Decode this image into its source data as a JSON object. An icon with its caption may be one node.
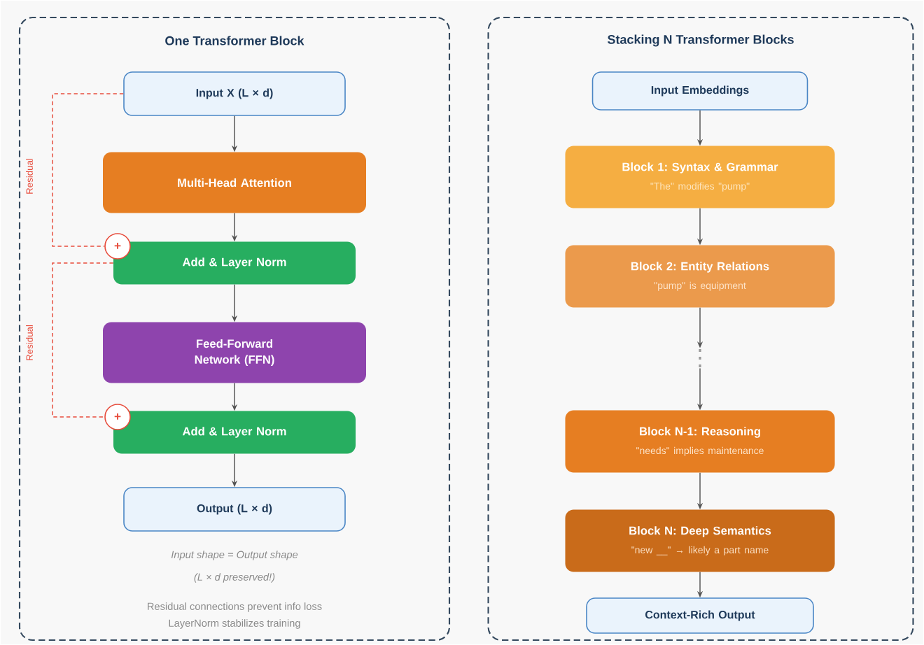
{
  "diagram": {
    "nodes": [
      {
        "text": [
          "One Transformer Block"
        ]
      },
      {
        "text": [
          "Input X (L × d)"
        ],
        "in": 0
      },
      {
        "text": [
          "Multi-Head Attention"
        ],
        "in": 0
      },
      {
        "text": [
          "+"
        ],
        "in": 0
      },
      {
        "text": [
          "Add & Layer Norm"
        ],
        "in": 0
      },
      {
        "text": [
          "Feed-Forward Network (FFN)"
        ],
        "in": 0
      },
      {
        "text": [
          "+"
        ],
        "in": 0
      },
      {
        "text": [
          "Add & Layer Norm"
        ],
        "in": 0
      },
      {
        "text": [
          "Output (L × d)"
        ],
        "in": 0
      },
      {
        "text": [
          "Stacking N Transformer Blocks"
        ]
      },
      {
        "text": [
          "Input Embeddings"
        ],
        "in": 9
      },
      {
        "text": [
          "Block 1: Syntax & Grammar",
          "\"The\" modifies \"pump\""
        ],
        "in": 9
      },
      {
        "text": [
          "Block 2: Entity Relations",
          "\"pump\" is equipment"
        ],
        "in": 9
      },
      {
        "text": [
          "⋮"
        ],
        "in": 9
      },
      {
        "text": [
          "Block N-1: Reasoning",
          "\"needs\" implies maintenance"
        ],
        "in": 9
      },
      {
        "text": [
          "Block N: Deep Semantics",
          "\"new __\" → likely a part name"
        ],
        "in": 9
      },
      {
        "text": [
          "Context-Rich Output"
        ],
        "in": 9
      }
    ],
    "edges": [
      {
        "from": 1,
        "to": 2,
        "arrow": "to"
      },
      {
        "from": 2,
        "to": 4,
        "arrow": "to"
      },
      {
        "from": 4,
        "to": 5,
        "arrow": "to"
      },
      {
        "from": 5,
        "to": 7,
        "arrow": "to"
      },
      {
        "from": 7,
        "to": 8,
        "arrow": "to"
      },
      {
        "from": 1,
        "to": 3,
        "arrow": "none",
        "style": "dashed",
        "color": "#e74c3c",
        "label": "Residual"
      },
      {
        "from": 4,
        "to": 6,
        "arrow": "none",
        "style": "dashed",
        "color": "#e74c3c",
        "label": "Residual"
      },
      {
        "from": 10,
        "to": 11,
        "arrow": "to"
      },
      {
        "from": 11,
        "to": 12,
        "arrow": "to"
      },
      {
        "from": 12,
        "to": 13,
        "arrow": "to"
      },
      {
        "from": 13,
        "to": 14,
        "arrow": "to"
      },
      {
        "from": 14,
        "to": 15,
        "arrow": "to"
      },
      {
        "from": 15,
        "to": 16,
        "arrow": "to"
      }
    ],
    "labels": [
      "Input shape = Output shape",
      "(L × d preserved!)",
      "Residual connections prevent info loss",
      "LayerNorm stabilizes training"
    ]
  }
}
